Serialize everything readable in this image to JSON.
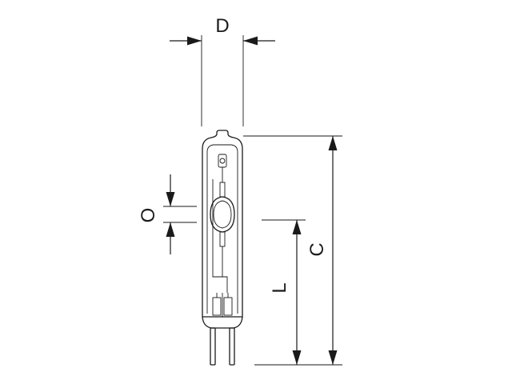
{
  "labels": {
    "D": "D",
    "O": "O",
    "L": "L",
    "C": "C"
  },
  "colors": {
    "ink": "#1a1a1a",
    "background": "#ffffff"
  }
}
